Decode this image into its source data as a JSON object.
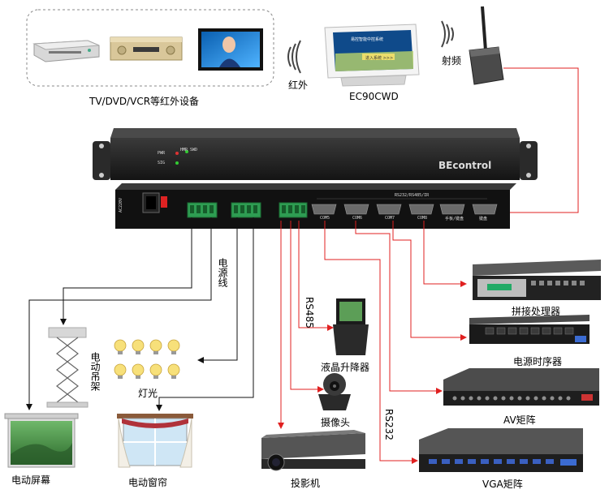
{
  "labels": {
    "tv_devices": "TV/DVD/VCR等红外设备",
    "ir": "红外",
    "panel_model": "EC90CWD",
    "rf": "射频",
    "power_line": "电源线",
    "rs485": "RS485",
    "rs232": "RS232",
    "splice_processor": "拼接处理器",
    "power_sequencer": "电源时序器",
    "lcd_lift": "液晶升降器",
    "av_matrix": "AV矩阵",
    "camera": "摄像头",
    "vga_matrix": "VGA矩阵",
    "projector": "投影机",
    "electric_hanger": "电动吊架",
    "lights": "灯光",
    "electric_screen": "电动屏幕",
    "electric_curtain": "电动窗帘"
  },
  "host": {
    "brand": "BEcontrol",
    "led_pwr": "PWR",
    "led_hmr": "HMR SWD",
    "led_sig": "SIG",
    "rear_ports_label": "RS232/RS485/IR",
    "com_labels": [
      "COM5",
      "COM6",
      "COM7",
      "COM8"
    ],
    "right_port_labels": [
      "手板/键盘",
      "键盘"
    ],
    "power_label": "AC220V"
  },
  "panel": {
    "screen_title": "易控智能中控系统",
    "screen_button": "进入系统 >>>"
  },
  "colors": {
    "red_line": "#e02020",
    "dark_line": "#111111",
    "device_dark": "#1c1c1c",
    "terminal_green": "#2e9d52"
  }
}
